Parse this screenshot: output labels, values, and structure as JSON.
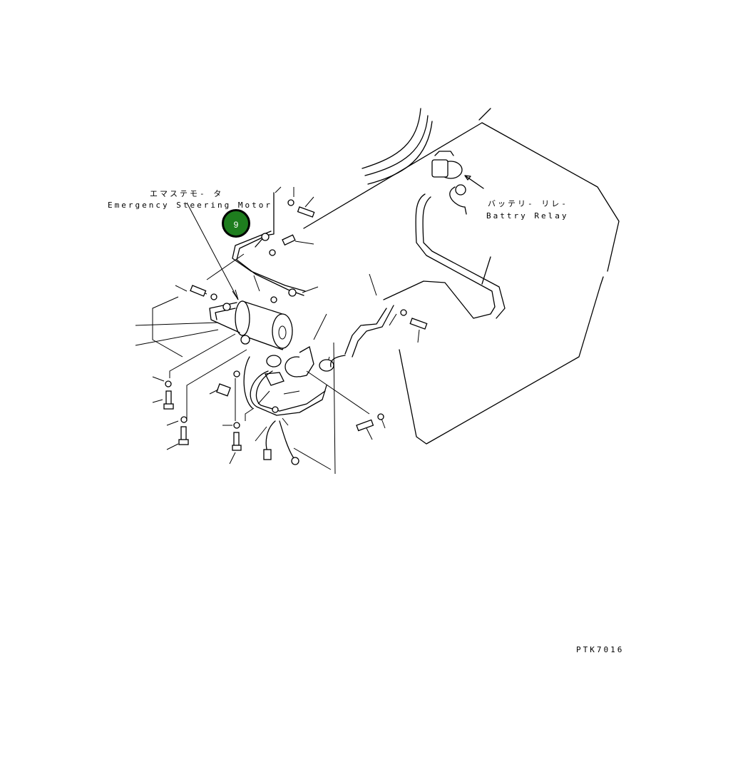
{
  "labels": {
    "emergency_motor_jp": "エマステモ- タ",
    "emergency_motor_en": "Emergency Steering Motor",
    "battery_relay_jp": "バッテリ- リレ-",
    "battery_relay_en": "Battry Relay",
    "drawing_code": "PTK7016"
  },
  "callout": {
    "number": "9",
    "fill_color": "#1e7d1e",
    "ring_color": "#000000"
  },
  "icons": {
    "callout_marker": "filled-circle",
    "bolts": "hex-bolt",
    "washers": "ring-washer"
  }
}
